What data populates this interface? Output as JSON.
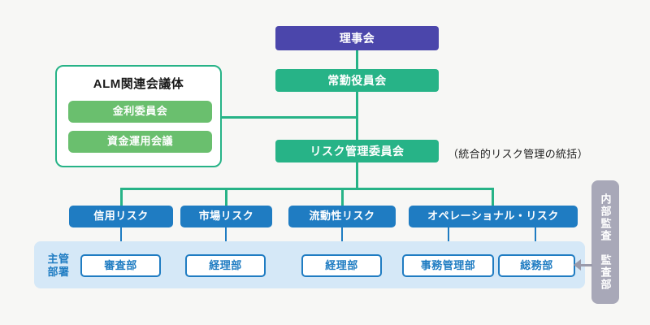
{
  "diagram": {
    "title_board": "理事会",
    "executive_board": "常勤役員会",
    "risk_committee": "リスク管理委員会",
    "risk_committee_note": "（統合的リスク管理の統括）",
    "alm": {
      "title": "ALM関連会議体",
      "items": [
        {
          "label": "金利委員会"
        },
        {
          "label": "資金運用会議"
        }
      ]
    },
    "risk_categories": [
      {
        "label": "信用リスク"
      },
      {
        "label": "市場リスク"
      },
      {
        "label": "流動性リスク"
      },
      {
        "label": "オペレーショナル・リスク"
      }
    ],
    "department_band": {
      "label_line1": "主管",
      "label_line2": "部署",
      "departments": [
        {
          "label": "審査部"
        },
        {
          "label": "経理部"
        },
        {
          "label": "経理部"
        },
        {
          "label": "事務管理部"
        },
        {
          "label": "総務部"
        }
      ]
    },
    "audit": {
      "label": "内部監査　監査部"
    },
    "colors": {
      "background": "#f7f7f5",
      "purple": "#4b46ab",
      "green": "#27b387",
      "light_green": "#6abf6e",
      "blue": "#1f7cc2",
      "band_blue": "#d5e8f7",
      "audit_gray": "#a8a8b8"
    }
  }
}
